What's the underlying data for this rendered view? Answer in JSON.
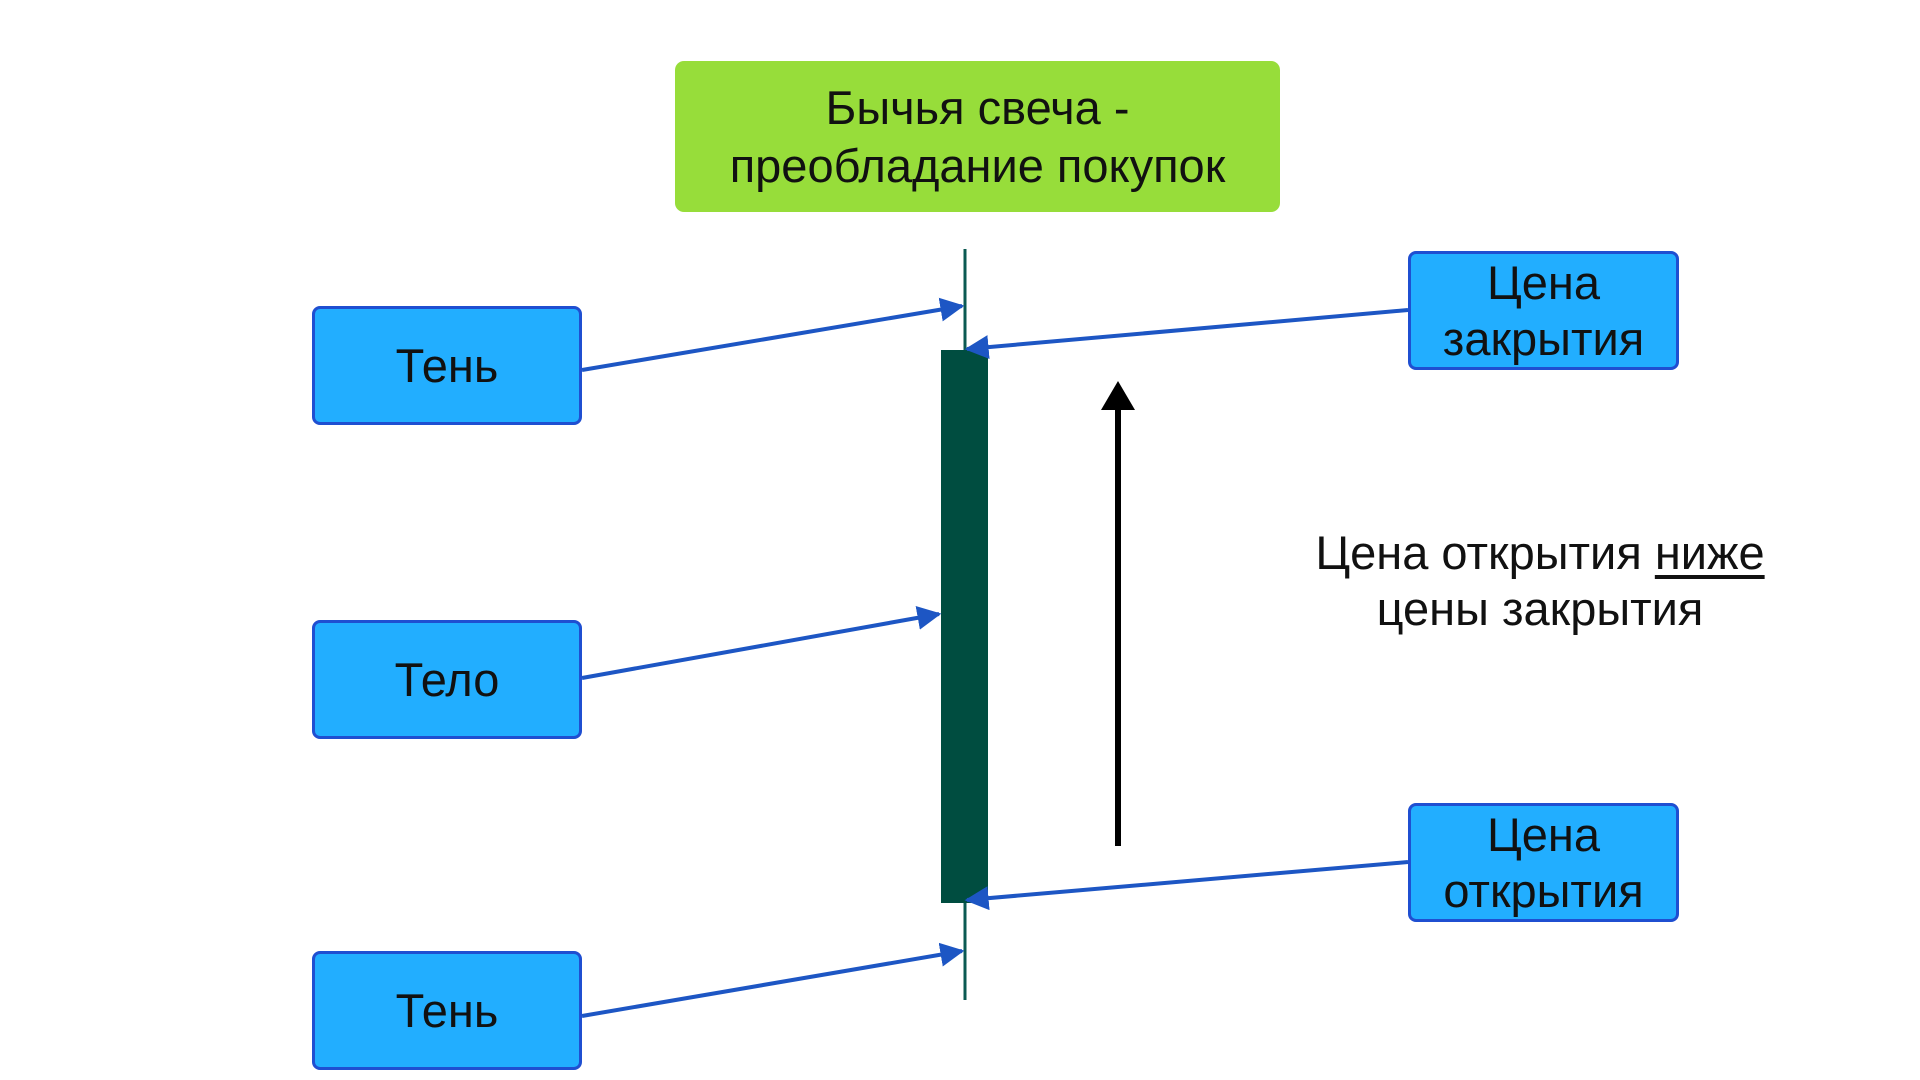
{
  "title": {
    "line1": "Бычья свеча -",
    "line2": "преобладание покупок"
  },
  "labels": {
    "shadow_top": "Тень",
    "body": "Тело",
    "shadow_bottom": "Тень",
    "close_price": {
      "line1": "Цена",
      "line2": "закрытия"
    },
    "open_price": {
      "line1": "Цена",
      "line2": "открытия"
    }
  },
  "caption": {
    "line1_start": "Цена открытия ",
    "line1_underlined": "ниже",
    "line2": "цены закрытия"
  },
  "colors": {
    "title_background": "#97dd3a",
    "label_background": "#22aeff",
    "label_border": "#1f4fd1",
    "candle_body": "#004d40",
    "candle_wick": "#0b5a52",
    "connector_arrows": "#1d56c4",
    "direction_arrow": "#000000"
  }
}
